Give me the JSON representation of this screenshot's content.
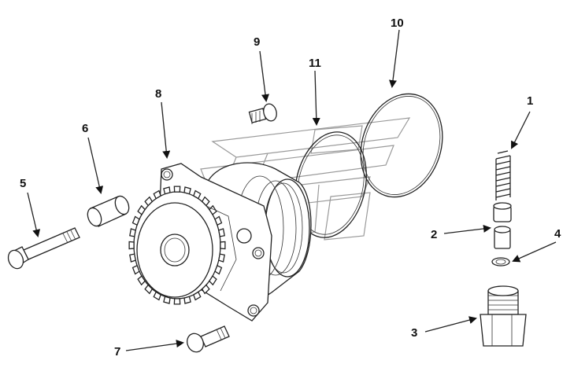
{
  "diagram": {
    "callouts": [
      {
        "id": "1",
        "label": "1"
      },
      {
        "id": "2",
        "label": "2"
      },
      {
        "id": "3",
        "label": "3"
      },
      {
        "id": "4",
        "label": "4"
      },
      {
        "id": "5",
        "label": "5"
      },
      {
        "id": "6",
        "label": "6"
      },
      {
        "id": "7",
        "label": "7"
      },
      {
        "id": "8",
        "label": "8"
      },
      {
        "id": "9",
        "label": "9"
      },
      {
        "id": "10",
        "label": "10"
      },
      {
        "id": "11",
        "label": "11"
      }
    ],
    "colors": {
      "ink": "#222222",
      "watermark": "#9a9a9a",
      "background": "#ffffff"
    }
  }
}
